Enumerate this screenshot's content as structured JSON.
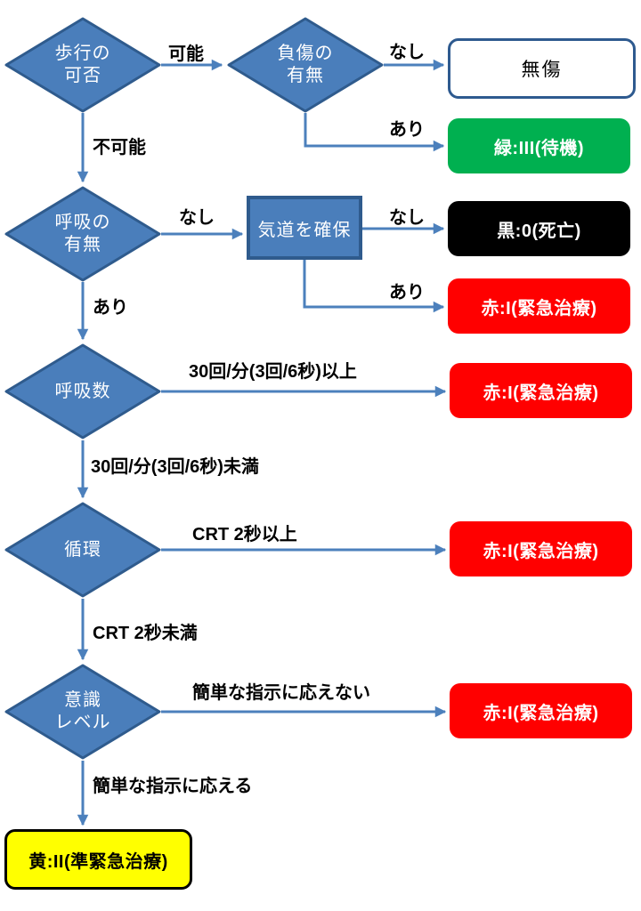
{
  "flowchart": {
    "decisions": {
      "walk": {
        "label": "歩行の\n可否"
      },
      "injury": {
        "label": "負傷の\n有無"
      },
      "breathing": {
        "label": "呼吸の\n有無"
      },
      "respiratory_rate": {
        "label": "呼吸数"
      },
      "circulation": {
        "label": "循環"
      },
      "consciousness": {
        "label": "意識\nレベル"
      }
    },
    "processes": {
      "airway": {
        "label": "気道を確保"
      }
    },
    "results": {
      "uninjured": {
        "label": "無傷",
        "fill": "#FFFFFF",
        "text_color": "#000000"
      },
      "green": {
        "label": "緑:III(待機)",
        "fill": "#00B050",
        "text_color": "#FFFFFF"
      },
      "black": {
        "label": "黒:0(死亡)",
        "fill": "#000000",
        "text_color": "#FFFFFF"
      },
      "red_airway": {
        "label": "赤:I(緊急治療)",
        "fill": "#FF0000",
        "text_color": "#FFFFFF"
      },
      "red_rate": {
        "label": "赤:I(緊急治療)",
        "fill": "#FF0000",
        "text_color": "#FFFFFF"
      },
      "red_crt": {
        "label": "赤:I(緊急治療)",
        "fill": "#FF0000",
        "text_color": "#FFFFFF"
      },
      "red_conscious": {
        "label": "赤:I(緊急治療)",
        "fill": "#FF0000",
        "text_color": "#FFFFFF"
      },
      "yellow": {
        "label": "黄:II(準緊急治療)",
        "fill": "#FFFF00",
        "text_color": "#000000"
      }
    },
    "edge_labels": {
      "walk_yes": "可能",
      "walk_no": "不可能",
      "injury_no": "なし",
      "injury_yes": "あり",
      "breathing_no": "なし",
      "breathing_yes": "あり",
      "airway_no": "なし",
      "airway_yes": "あり",
      "rate_high": "30回/分(3回/6秒)以上",
      "rate_low": "30回/分(3回/6秒)未満",
      "crt_high": "CRT 2秒以上",
      "crt_low": "CRT 2秒未満",
      "conscious_no": "簡単な指示に応えない",
      "conscious_yes": "簡単な指示に応える"
    },
    "colors": {
      "node_fill": "#4A7EBB",
      "node_border": "#2F5B8D",
      "arrow": "#4C80BC",
      "white_box_border": "#2E5A8F",
      "green": "#00B050",
      "red": "#FF0000",
      "black": "#000000",
      "yellow": "#FFFF00"
    }
  }
}
